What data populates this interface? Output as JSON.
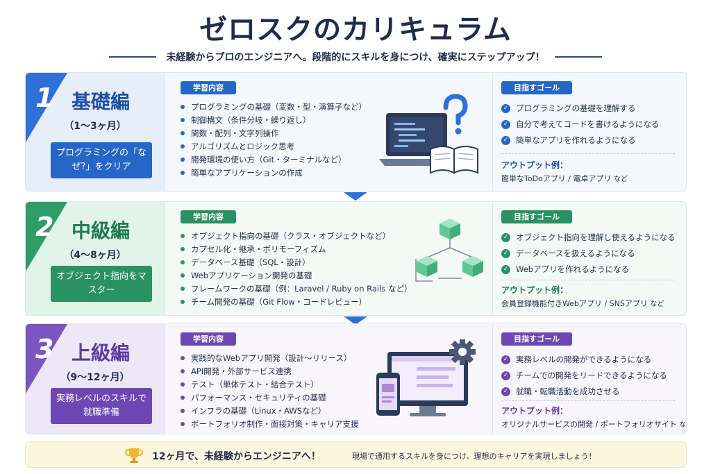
{
  "header": {
    "title": "ゼロスクのカリキュラム",
    "subtitle": "未経験からプロのエンジニアへ。段階的にスキルを身につけ、確実にステップアップ！"
  },
  "colors": {
    "blue": "#2566c8",
    "green": "#2a9160",
    "purple": "#6d47b3",
    "navy": "#1d2b4f"
  },
  "stages": [
    {
      "number": "1",
      "name": "基礎編",
      "period": "（1〜3ヶ月）",
      "badge": "プログラミングの「なぜ?」をクリア",
      "content_label": "学習内容",
      "items": [
        "プログラミングの基礎（変数・型・演算子など）",
        "制御構文（条件分岐・繰り返し）",
        "関数・配列・文字列操作",
        "アルゴリズムとロジック思考",
        "開発環境の使い方（Git・ターミナルなど）",
        "簡単なアプリケーションの作成"
      ],
      "illustration": "laptop-book-question-icon",
      "goal_label": "目指すゴール",
      "goals": [
        "プログラミングの基礎を理解する",
        "自分で考えてコードを書けるようになる",
        "簡単なアプリを作れるようになる"
      ],
      "output_label": "アウトプット例：",
      "output_text": "簡単なToDoアプリ / 電卓アプリ",
      "output_suffix": "など"
    },
    {
      "number": "2",
      "name": "中級編",
      "period": "（4〜8ヶ月）",
      "badge": "オブジェクト指向をマスター",
      "content_label": "学習内容",
      "items": [
        "オブジェクト指向の基礎（クラス・オブジェクトなど）",
        "カプセル化・継承・ポリモーフィズム",
        "データベース基礎（SQL・設計）",
        "Webアプリケーション開発の基礎",
        "フレームワークの基礎（例：Laravel / Ruby on Rails など）",
        "チーム開発の基礎（Git Flow・コードレビュー）"
      ],
      "illustration": "connected-cubes-icon",
      "goal_label": "目指すゴール",
      "goals": [
        "オブジェクト指向を理解し使えるようになる",
        "データベースを扱えるようになる",
        "Webアプリを作れるようになる"
      ],
      "output_label": "アウトプット例：",
      "output_text": "会員登録機能付きWebアプリ / SNSアプリ",
      "output_suffix": "など"
    },
    {
      "number": "3",
      "name": "上級編",
      "period": "（9〜12ヶ月）",
      "badge": "実務レベルのスキルで就職準備",
      "content_label": "学習内容",
      "items": [
        "実践的なWebアプリ開発（設計〜リリース）",
        "API開発・外部サービス連携",
        "テスト（単体テスト・結合テスト）",
        "パフォーマンス・セキュリティの基礎",
        "インフラの基礎（Linux・AWSなど）",
        "ポートフォリオ制作・面接対策・キャリア支援"
      ],
      "illustration": "monitor-phone-gear-icon",
      "goal_label": "目指すゴール",
      "goals": [
        "実務レベルの開発ができるようになる",
        "チームでの開発をリードできるようになる",
        "就職・転職活動を成功させる"
      ],
      "output_label": "アウトプット例：",
      "output_text": "オリジナルサービスの開発 / ポートフォリオサイト",
      "output_suffix": "など"
    }
  ],
  "footer": {
    "icon": "trophy-icon",
    "main": "12ヶ月で、未経験からエンジニアへ！",
    "sub": "現場で通用するスキルを身につけ、理想のキャリアを実現しましょう！"
  }
}
